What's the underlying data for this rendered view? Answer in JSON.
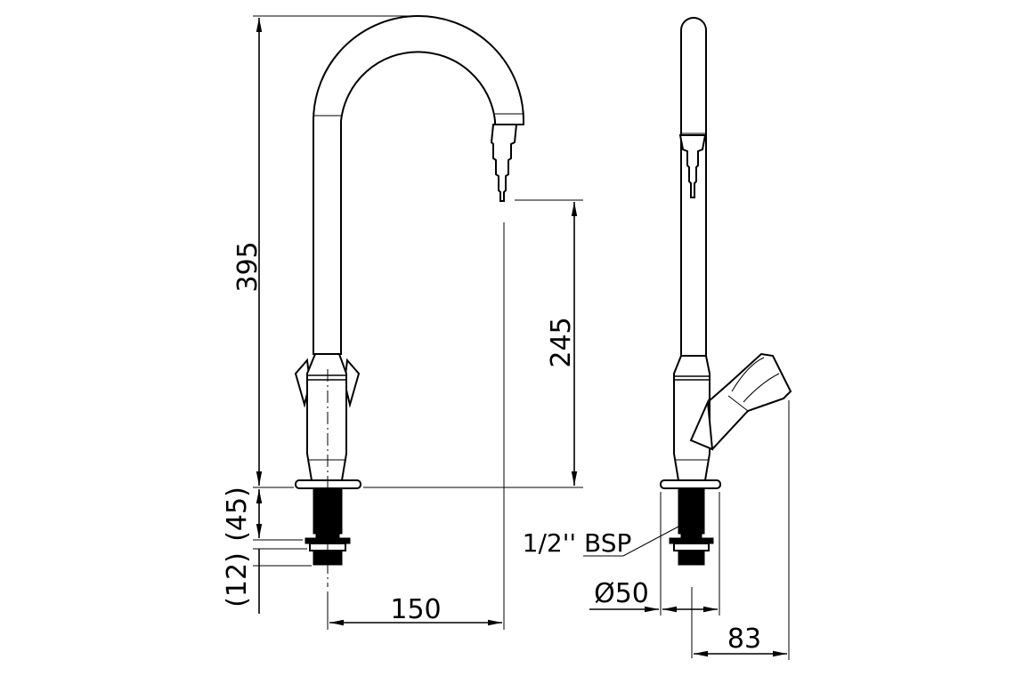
{
  "drawing": {
    "dimensions": {
      "overall_height": "395",
      "outlet_height": "245",
      "shank_length": "(45)",
      "thread_length": "(12)",
      "spout_reach": "150",
      "connection": "1/2'' BSP",
      "flange_diameter": "Ø50",
      "handle_projection": "83"
    },
    "line_color": "#000000",
    "background": "#ffffff"
  }
}
